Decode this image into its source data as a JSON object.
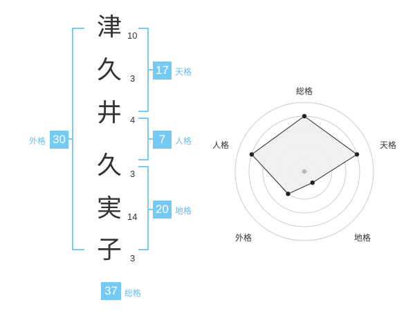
{
  "name_chars": [
    {
      "char": "津",
      "strokes": "10"
    },
    {
      "char": "久",
      "strokes": "3"
    },
    {
      "char": "井",
      "strokes": "4"
    },
    {
      "char": "久",
      "strokes": "3"
    },
    {
      "char": "実",
      "strokes": "14"
    },
    {
      "char": "子",
      "strokes": "3"
    }
  ],
  "kaku": {
    "tenkaku": {
      "value": "17",
      "label": "天格"
    },
    "jinkaku": {
      "value": "7",
      "label": "人格"
    },
    "chikaku": {
      "value": "20",
      "label": "地格"
    },
    "gaikaku": {
      "value": "30",
      "label": "外格"
    },
    "soukaku": {
      "value": "37",
      "label": "総格"
    }
  },
  "radar": {
    "labels": {
      "top": "総格",
      "right": "天格",
      "bottom_right": "地格",
      "bottom_left": "外格",
      "left": "人格"
    },
    "values": {
      "soukaku": 4,
      "tenkaku": 4,
      "chikaku": 1,
      "gaikaku": 2,
      "jinkaku": 4
    },
    "max": 5,
    "colors": {
      "ring": "#cccccc",
      "fill": "#f0f0f0",
      "line": "#222222",
      "center": "#bbbbbb"
    }
  },
  "colors": {
    "accent": "#75c9f5",
    "accent_text": "#68bde9",
    "bracket": "#7cc8ee"
  }
}
